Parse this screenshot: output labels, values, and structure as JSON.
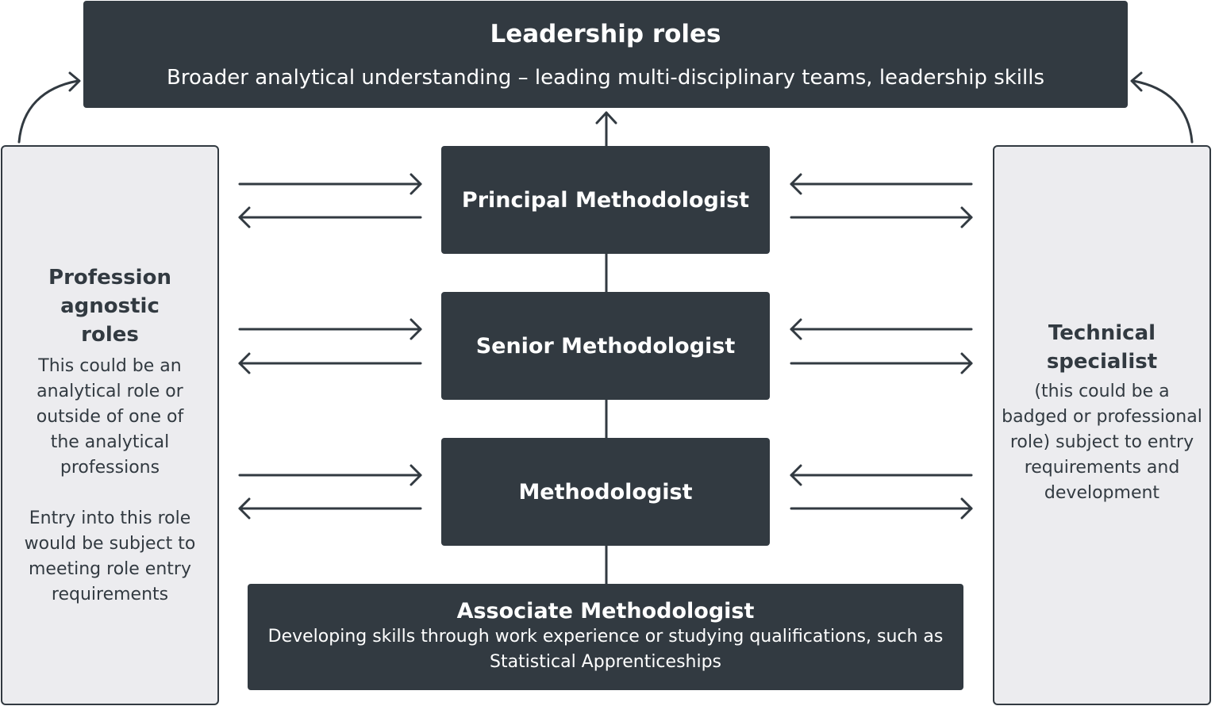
{
  "leadership": {
    "title": "Leadership roles",
    "subtitle": "Broader analytical understanding –  leading multi-disciplinary teams, leadership skills"
  },
  "levels": {
    "principal": "Principal Methodologist",
    "senior": "Senior Methodologist",
    "methodologist": "Methodologist"
  },
  "associate": {
    "title": "Associate Methodologist",
    "subtitle_line1": "Developing skills through work experience or studying qualifications, such as",
    "subtitle_line2": "Statistical Apprenticeships"
  },
  "left_panel": {
    "title_lines": [
      "Profession",
      "agnostic",
      "roles"
    ],
    "desc_lines": [
      "This could be an",
      "analytical role or",
      "outside of one of",
      "the analytical",
      "professions"
    ],
    "entry_lines": [
      "Entry into this role",
      "would be subject to",
      "meeting role entry",
      "requirements"
    ]
  },
  "right_panel": {
    "title_lines": [
      "Technical",
      "specialist"
    ],
    "desc_lines": [
      "(this could be a",
      "badged or professional",
      "role) subject to entry",
      "requirements and",
      "development"
    ]
  },
  "colors": {
    "dark_box": "#323a41",
    "light_panel": "#ececef",
    "text_on_dark": "#ffffff"
  }
}
